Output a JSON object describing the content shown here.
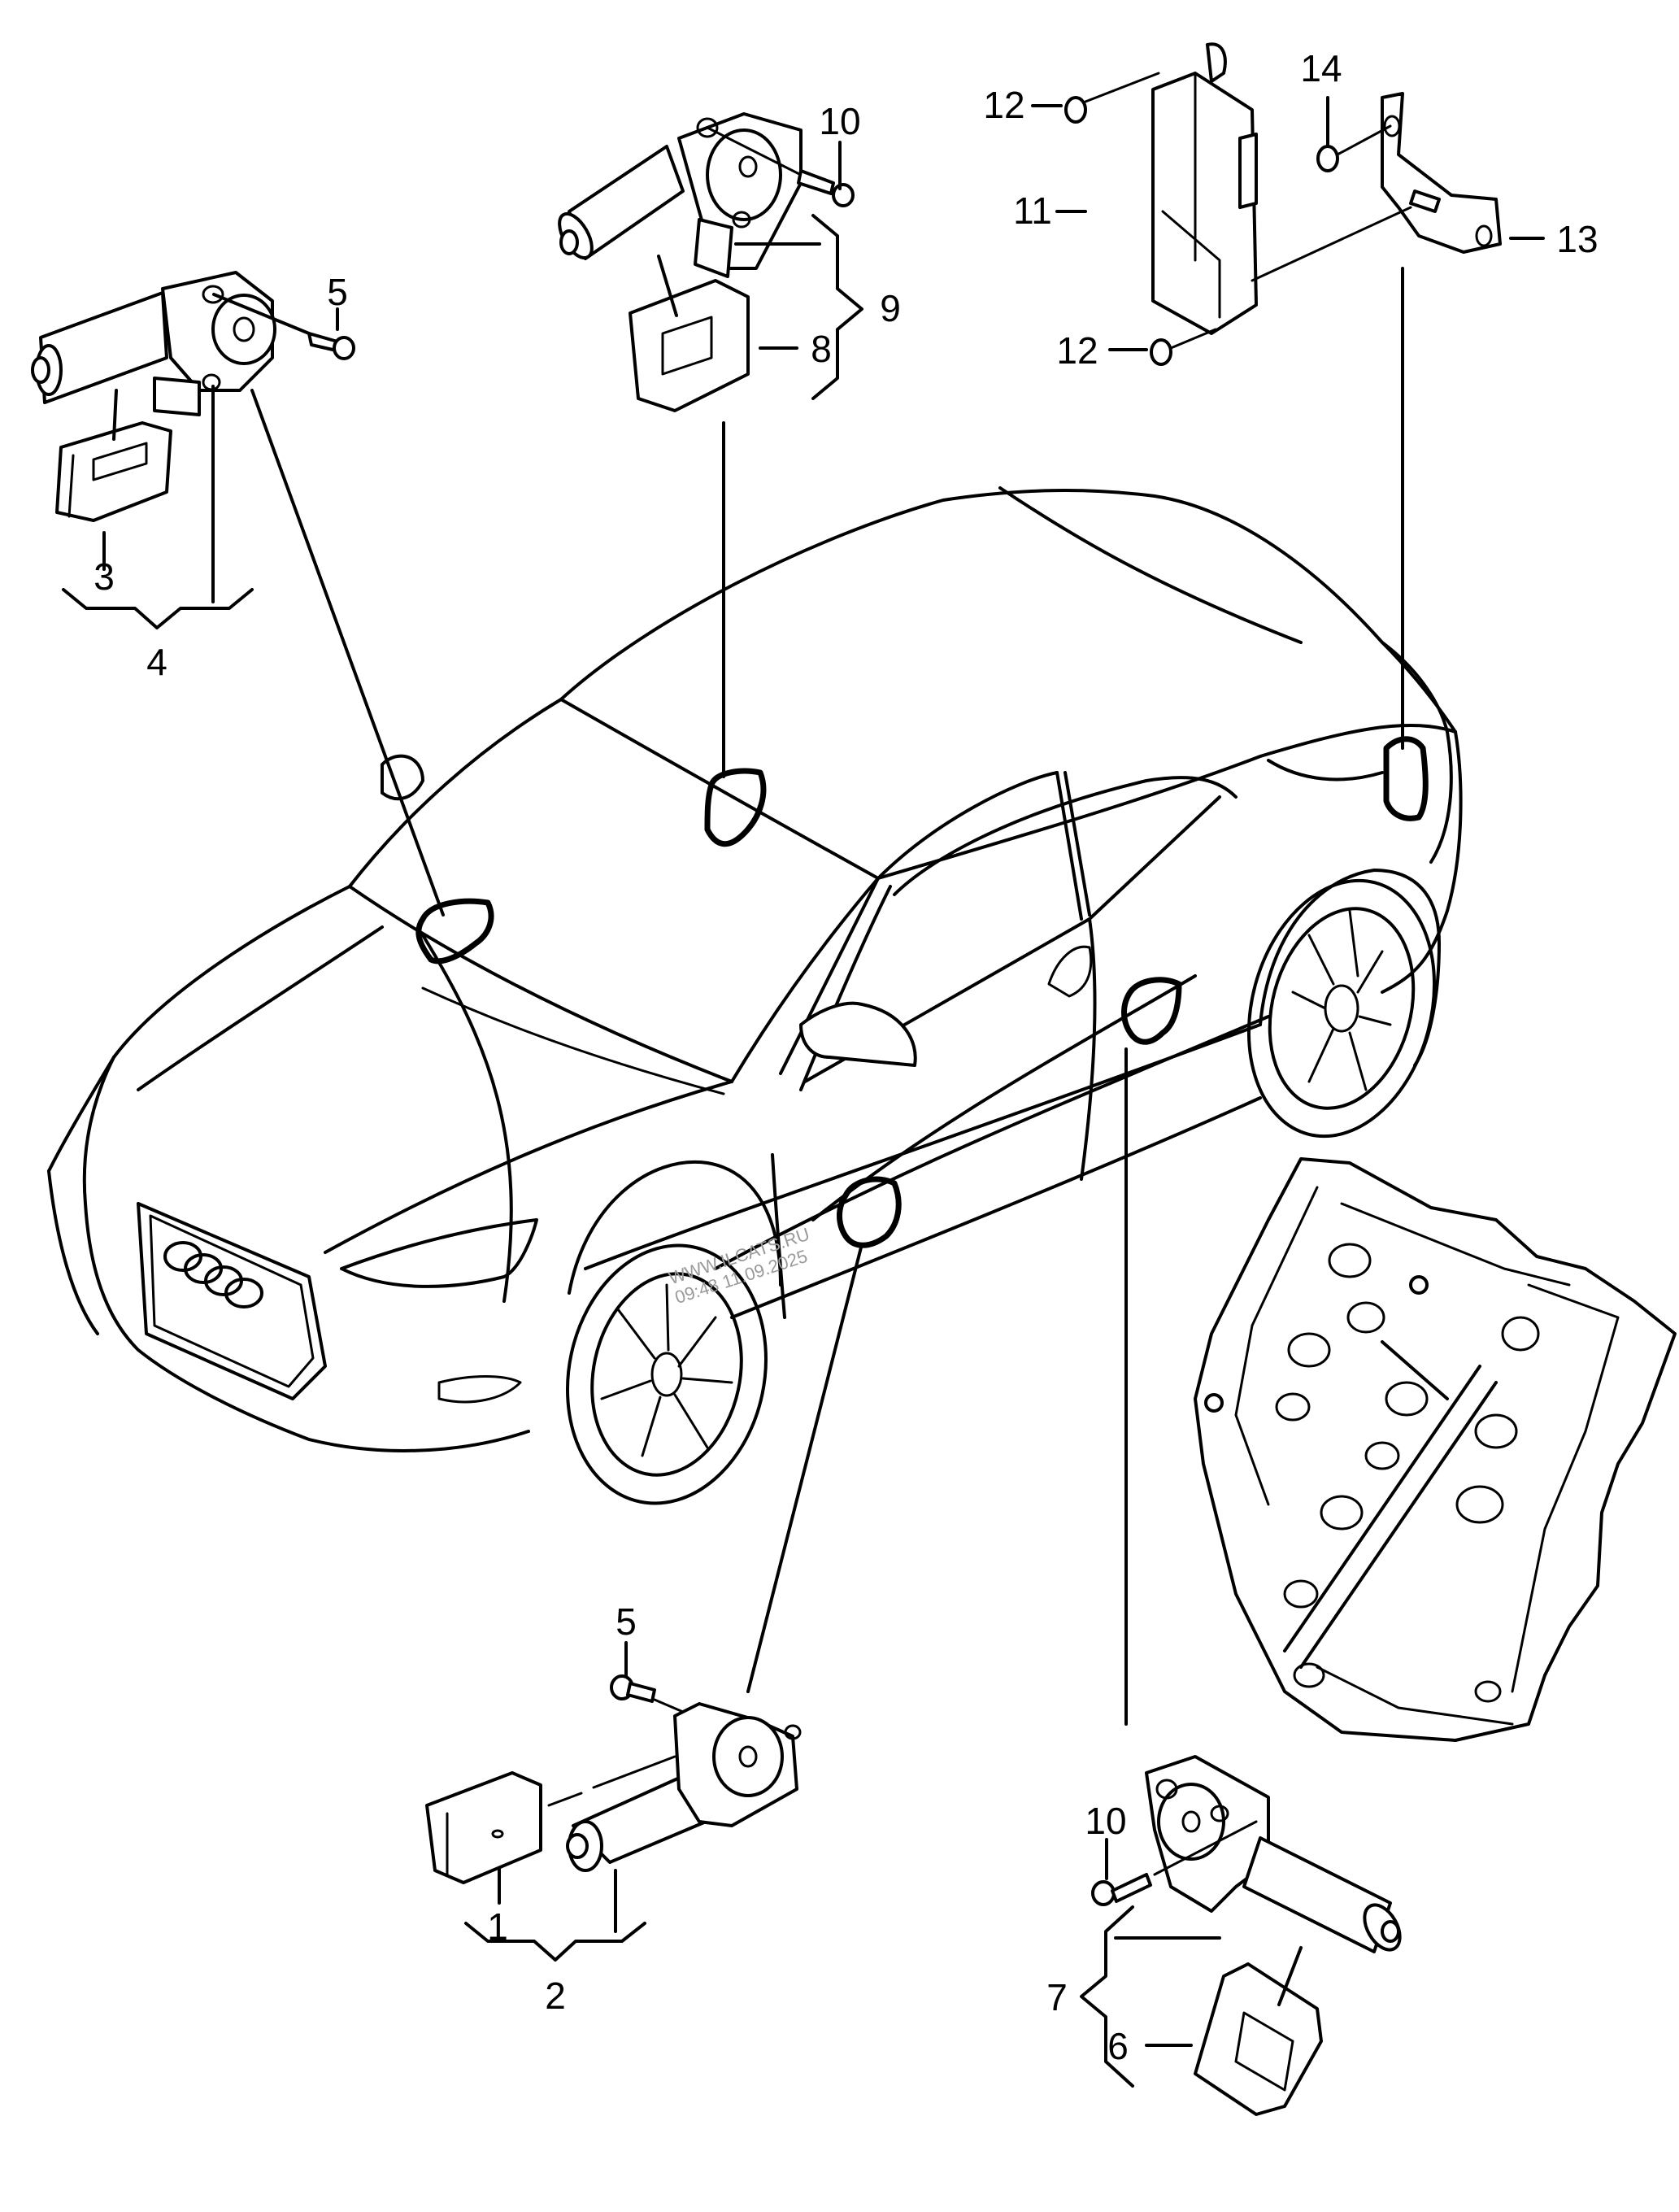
{
  "diagram": {
    "title": "Window regulator motors and control units (exploded parts view)",
    "subject": "Car body with window regulator motor locations",
    "callouts": [
      {
        "id": "c1",
        "label": "1",
        "part": "control unit (front passenger door)"
      },
      {
        "id": "c2",
        "label": "2",
        "part": "window regulator motor assembly with control unit"
      },
      {
        "id": "c3",
        "label": "3",
        "part": "control unit (driver door)"
      },
      {
        "id": "c4",
        "label": "4",
        "part": "window regulator motor assembly with control unit"
      },
      {
        "id": "c5a",
        "label": "5",
        "part": "bolt"
      },
      {
        "id": "c5b",
        "label": "5",
        "part": "bolt"
      },
      {
        "id": "c6",
        "label": "6",
        "part": "control unit (rear door)"
      },
      {
        "id": "c7",
        "label": "7",
        "part": "window regulator motor assembly with control unit"
      },
      {
        "id": "c8",
        "label": "8",
        "part": "control unit (rear door)"
      },
      {
        "id": "c9",
        "label": "9",
        "part": "window regulator motor assembly with control unit"
      },
      {
        "id": "c10a",
        "label": "10",
        "part": "bolt"
      },
      {
        "id": "c10b",
        "label": "10",
        "part": "bolt"
      },
      {
        "id": "c11",
        "label": "11",
        "part": "central control unit"
      },
      {
        "id": "c12a",
        "label": "12",
        "part": "nut"
      },
      {
        "id": "c12b",
        "label": "12",
        "part": "nut"
      },
      {
        "id": "c13",
        "label": "13",
        "part": "bracket"
      },
      {
        "id": "c14",
        "label": "14",
        "part": "nut"
      }
    ],
    "watermark": {
      "line1": "WWW.ILCATS.RU",
      "line2": "09:48 11.09.2025"
    }
  }
}
